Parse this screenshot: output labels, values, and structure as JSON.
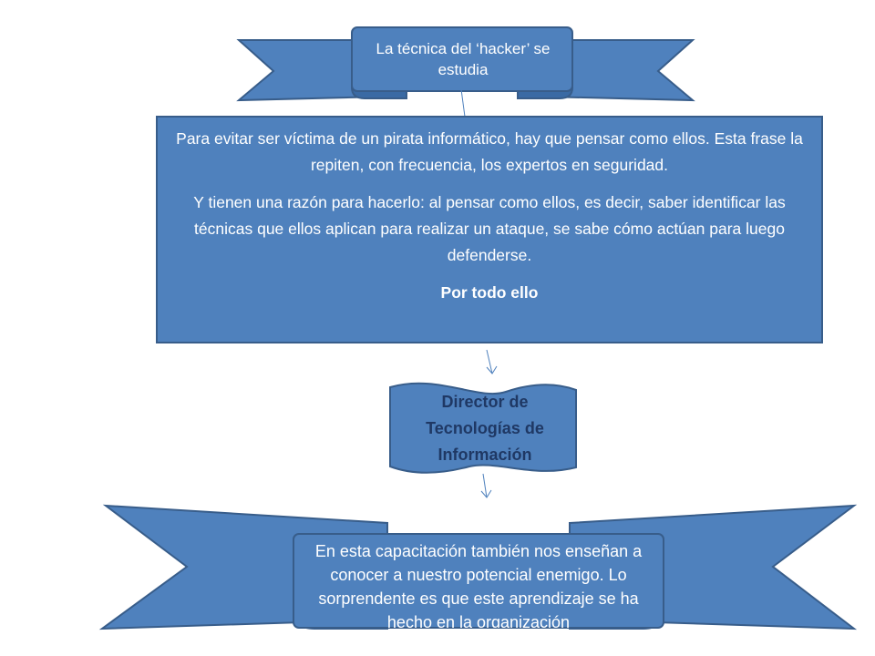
{
  "colors": {
    "fill": "#4f81bd",
    "stroke": "#385d8a",
    "text": "#ffffff",
    "director_text": "#1f3864"
  },
  "banner_top": {
    "text": "La técnica del ‘hacker’ se estudia"
  },
  "main_box": {
    "paragraph1": "Para evitar ser víctima de un pirata informático, hay que pensar como ellos. Esta frase la repiten, con frecuencia, los expertos en seguridad.",
    "paragraph2": "Y tienen una razón para hacerlo: al pensar como ellos, es decir, saber identificar las técnicas que ellos aplican para realizar un ataque, se sabe cómo actúan para luego defenderse.",
    "overflow_fragment": "Por todo ello"
  },
  "director_box": {
    "text": "Director de Tecnologías de Información"
  },
  "banner_bottom": {
    "text": "En esta capacitación también nos enseñan a conocer a nuestro potencial enemigo. Lo sorprendente es que este aprendizaje se ha hecho en la organización"
  }
}
